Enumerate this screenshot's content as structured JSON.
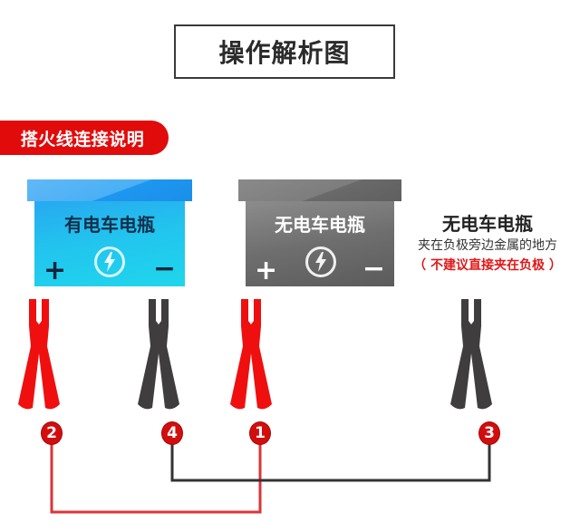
{
  "header": {
    "title": "操作解析图"
  },
  "banner": {
    "label": "搭火线连接说明"
  },
  "batteries": [
    {
      "label": "有电车电瓶",
      "plus": "+",
      "minus": "−",
      "icon": "lightning-bolt-icon",
      "color": "#22c0ee"
    },
    {
      "label": "无电车电瓶",
      "plus": "+",
      "minus": "−",
      "icon": "lightning-bolt-icon",
      "color": "#6e6e6e"
    }
  ],
  "note": {
    "title": "无电车电瓶",
    "subtitle": "夹在负极旁边金属的地方",
    "warning": "（ 不建议直接夹在负极 ）"
  },
  "clamps": [
    {
      "color": "red",
      "step": "2"
    },
    {
      "color": "black",
      "step": "4"
    },
    {
      "color": "red",
      "step": "1"
    },
    {
      "color": "black",
      "step": "3"
    }
  ],
  "wires": [
    {
      "from": "2",
      "to": "1",
      "color": "#d9363a"
    },
    {
      "from": "4",
      "to": "3",
      "color": "#333333"
    }
  ],
  "colors": {
    "accent_red": "#e10b0b",
    "battery_blue": "#22c0ee",
    "battery_gray": "#6e6e6e",
    "clamp_black": "#403d3e"
  }
}
